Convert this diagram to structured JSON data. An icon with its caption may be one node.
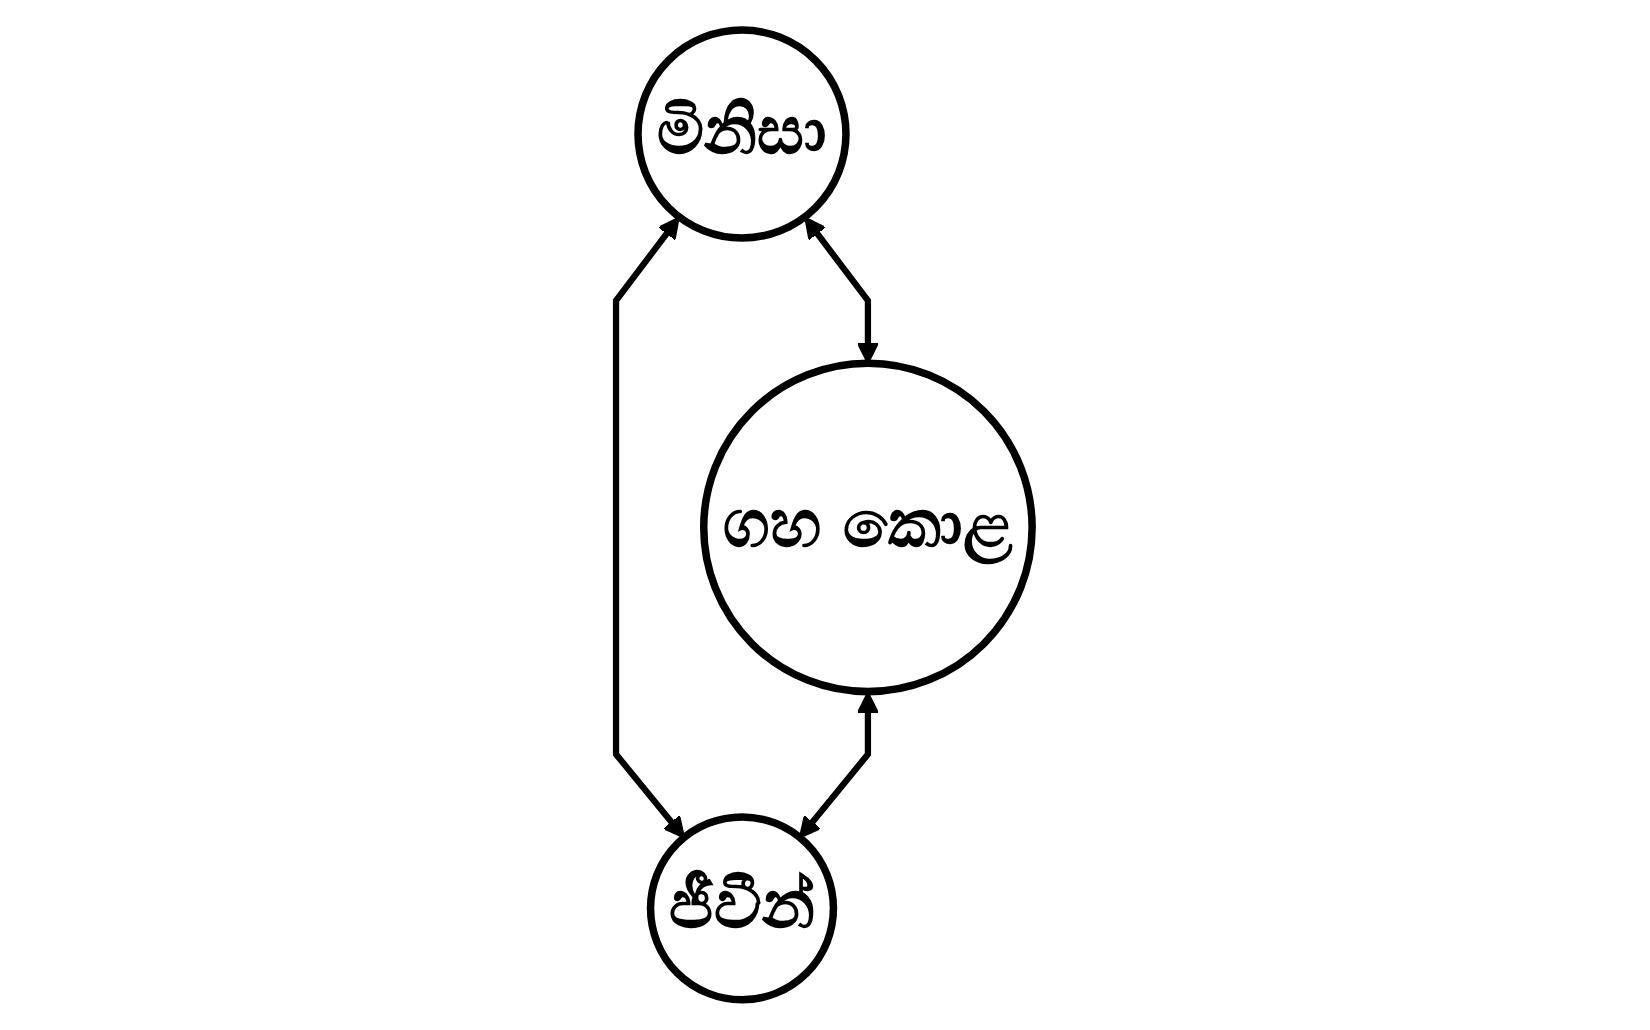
{
  "diagram": {
    "nodes": [
      {
        "text": [
          "මිනිසා"
        ]
      },
      {
        "text": [
          "ගහ කොළ"
        ]
      },
      {
        "text": [
          "ජීවීන්"
        ]
      }
    ],
    "edges": [
      {
        "from": 0,
        "to": 1,
        "arrow": "both"
      },
      {
        "from": 0,
        "to": 2,
        "arrow": "both"
      },
      {
        "from": 1,
        "to": 2,
        "arrow": "both"
      }
    ]
  }
}
